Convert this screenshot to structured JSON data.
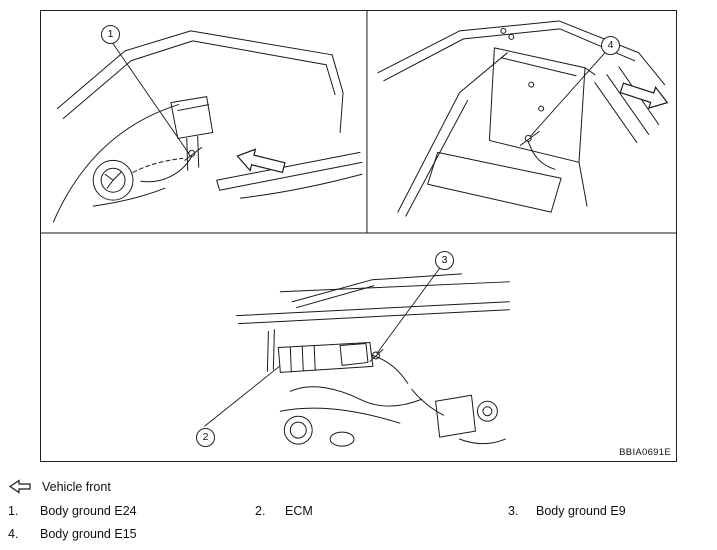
{
  "figure": {
    "code": "BBIA0691E",
    "callouts": {
      "c1": "1",
      "c2": "2",
      "c3": "3",
      "c4": "4"
    }
  },
  "caption": {
    "vehicle_front": "Vehicle front"
  },
  "legend": {
    "row1": [
      {
        "num": "1.",
        "label": "Body ground E24"
      },
      {
        "num": "2.",
        "label": "ECM"
      },
      {
        "num": "3.",
        "label": "Body ground E9"
      }
    ],
    "row2": [
      {
        "num": "4.",
        "label": "Body ground E15"
      }
    ]
  }
}
